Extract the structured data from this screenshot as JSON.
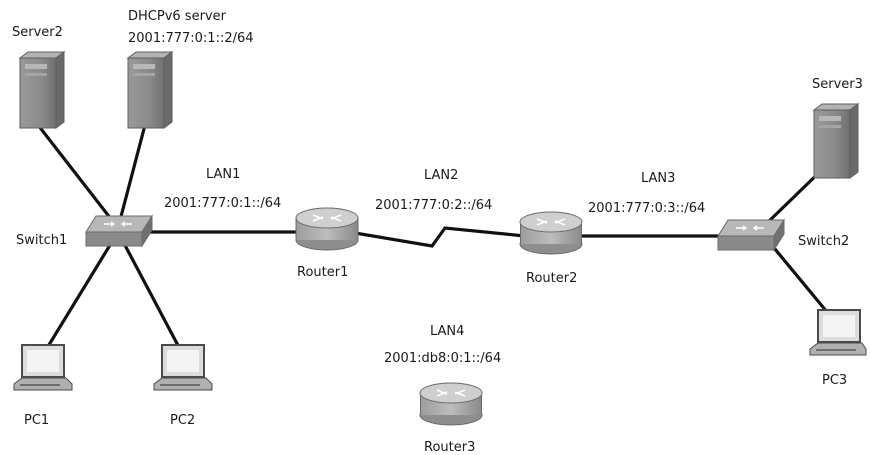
{
  "devices": {
    "server2": "Server2",
    "dhcp_server": "DHCPv6 server",
    "dhcp_server_addr": "2001:777:0:1::2/64",
    "switch1": "Switch1",
    "router1": "Router1",
    "router2": "Router2",
    "router3": "Router3",
    "switch2": "Switch2",
    "server3": "Server3",
    "pc1": "PC1",
    "pc2": "PC2",
    "pc3": "PC3"
  },
  "networks": {
    "lan1": {
      "name": "LAN1",
      "prefix": "2001:777:0:1::/64"
    },
    "lan2": {
      "name": "LAN2",
      "prefix": "2001:777:0:2::/64"
    },
    "lan3": {
      "name": "LAN3",
      "prefix": "2001:777:0:3::/64"
    },
    "lan4": {
      "name": "LAN4",
      "prefix": "2001:db8:0:1::/64"
    }
  },
  "colors": {
    "link": "#111111",
    "device_gray": "#8e8e8e",
    "router_top": "#c9c9c9",
    "background": "#ffffff"
  }
}
